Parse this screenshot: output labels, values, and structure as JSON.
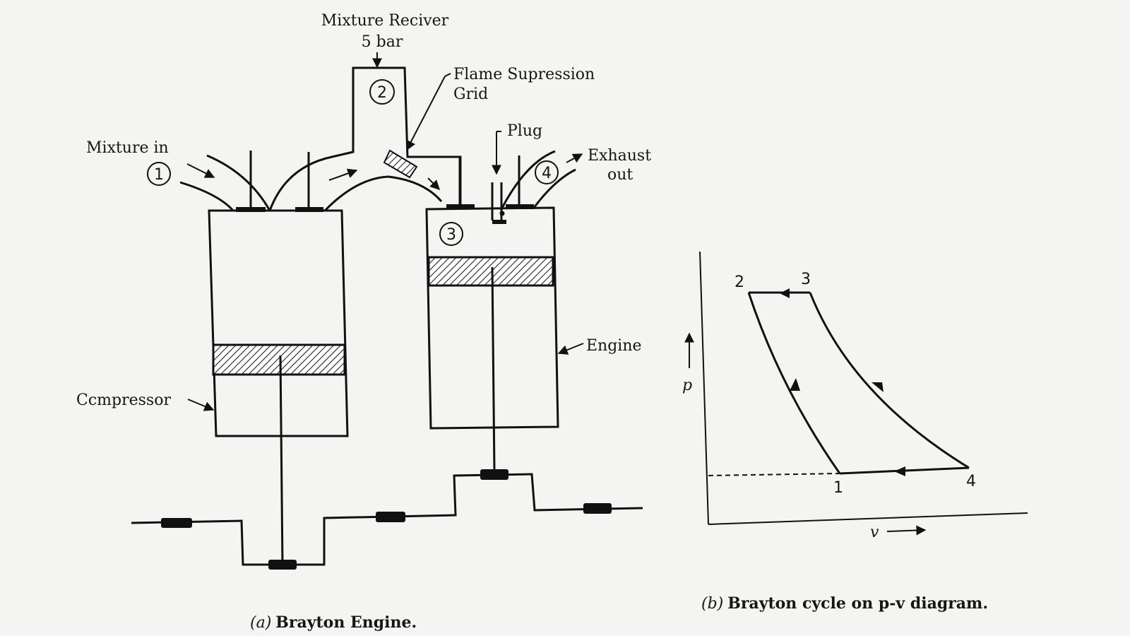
{
  "engine": {
    "labels": {
      "receiver": "Mixture Reciver",
      "receiver_pressure": "5 bar",
      "flame_grid_1": "Flame Supression",
      "flame_grid_2": "Grid",
      "plug": "Plug",
      "mixture_in": "Mixture in",
      "exhaust_1": "Exhaust",
      "exhaust_2": "out",
      "engine": "Engine",
      "compressor": "Ccmpressor"
    },
    "states": [
      "1",
      "2",
      "3",
      "4"
    ],
    "caption_prefix": "(a)",
    "caption": "Brayton Engine."
  },
  "pv": {
    "points": [
      "2",
      "3",
      "1",
      "4"
    ],
    "p_axis": "p",
    "v_axis": "v",
    "caption_prefix": "(b)",
    "caption": "Brayton cycle on p-v diagram."
  }
}
